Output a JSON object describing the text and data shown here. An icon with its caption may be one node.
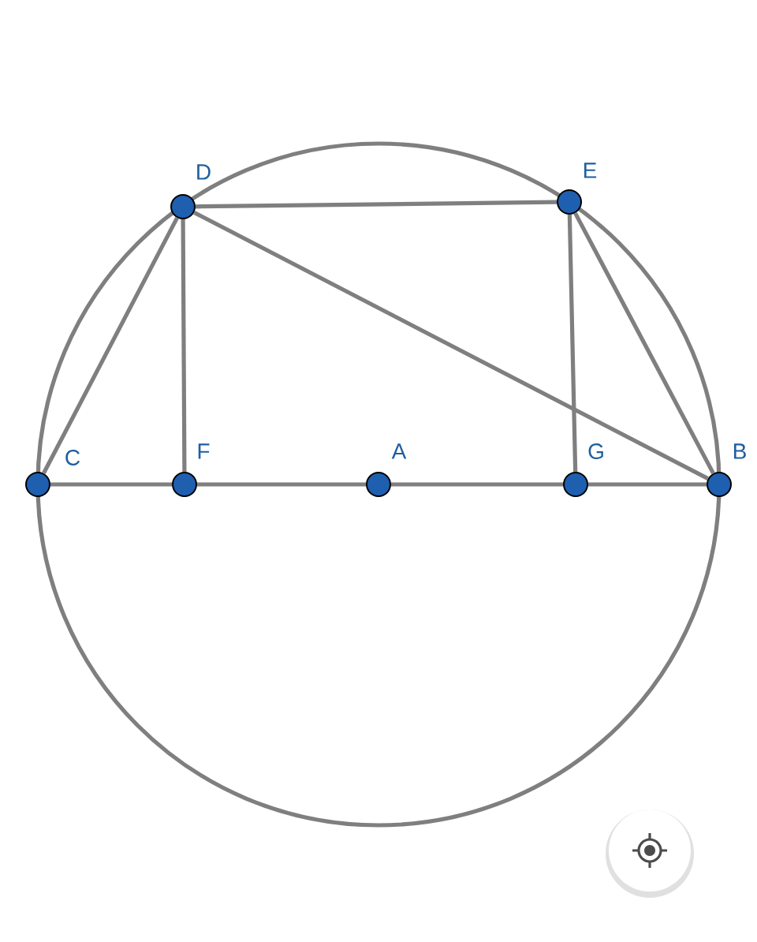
{
  "diagram": {
    "nodes": [
      {
        "text": [
          "D"
        ]
      },
      {
        "text": [
          "E"
        ]
      },
      {
        "text": [
          "C"
        ]
      },
      {
        "text": [
          "F"
        ]
      },
      {
        "text": [
          "A"
        ]
      },
      {
        "text": [
          "G"
        ]
      },
      {
        "text": [
          "B"
        ]
      }
    ],
    "edges": [
      {
        "from": 2,
        "to": 0,
        "arrow": "none"
      },
      {
        "from": 0,
        "to": 3,
        "arrow": "none"
      },
      {
        "from": 0,
        "to": 1,
        "arrow": "none"
      },
      {
        "from": 0,
        "to": 6,
        "arrow": "none"
      },
      {
        "from": 1,
        "to": 5,
        "arrow": "none"
      },
      {
        "from": 1,
        "to": 6,
        "arrow": "none"
      },
      {
        "from": 2,
        "to": 3,
        "arrow": "none"
      },
      {
        "from": 3,
        "to": 4,
        "arrow": "none"
      },
      {
        "from": 4,
        "to": 5,
        "arrow": "none"
      },
      {
        "from": 5,
        "to": 6,
        "arrow": "none"
      }
    ]
  }
}
